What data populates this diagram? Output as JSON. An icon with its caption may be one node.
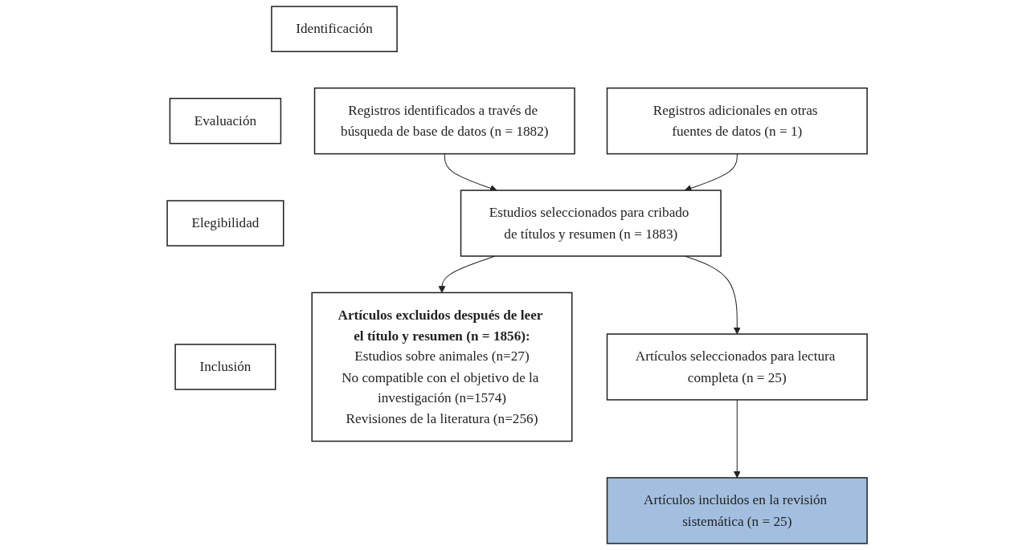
{
  "diagram": {
    "nodes": [
      {
        "text": [
          "Identificación"
        ]
      },
      {
        "text": [
          "Evaluación"
        ]
      },
      {
        "text": [
          "Elegibilidad"
        ]
      },
      {
        "text": [
          "Inclusión"
        ]
      },
      {
        "text": [
          "Registros identificados a través de búsqueda de base de datos (n = 1882)"
        ]
      },
      {
        "text": [
          "Registros adicionales en otras fuentes de datos (n = 1)"
        ]
      },
      {
        "text": [
          "Estudios seleccionados para cribado de títulos y resumen (n = 1883)"
        ]
      },
      {
        "text": [
          "Artículos excluidos después de leer el título y resumen (n = 1856):",
          "Estudios sobre animales (n=27)",
          "No compatible con el objetivo de la investigación (n=1574)",
          "Revisiones de la literatura (n=256)"
        ]
      },
      {
        "text": [
          "Artículos seleccionados para lectura completa (n = 25)"
        ]
      },
      {
        "text": [
          "Artículos incluidos en la revisión sistemática (n = 25)"
        ]
      }
    ],
    "edges": [
      {
        "from": 4,
        "to": 6,
        "arrow": "to"
      },
      {
        "from": 5,
        "to": 6,
        "arrow": "to"
      },
      {
        "from": 6,
        "to": 7,
        "arrow": "to"
      },
      {
        "from": 6,
        "to": 8,
        "arrow": "to"
      },
      {
        "from": 8,
        "to": 9,
        "arrow": "to"
      }
    ]
  }
}
